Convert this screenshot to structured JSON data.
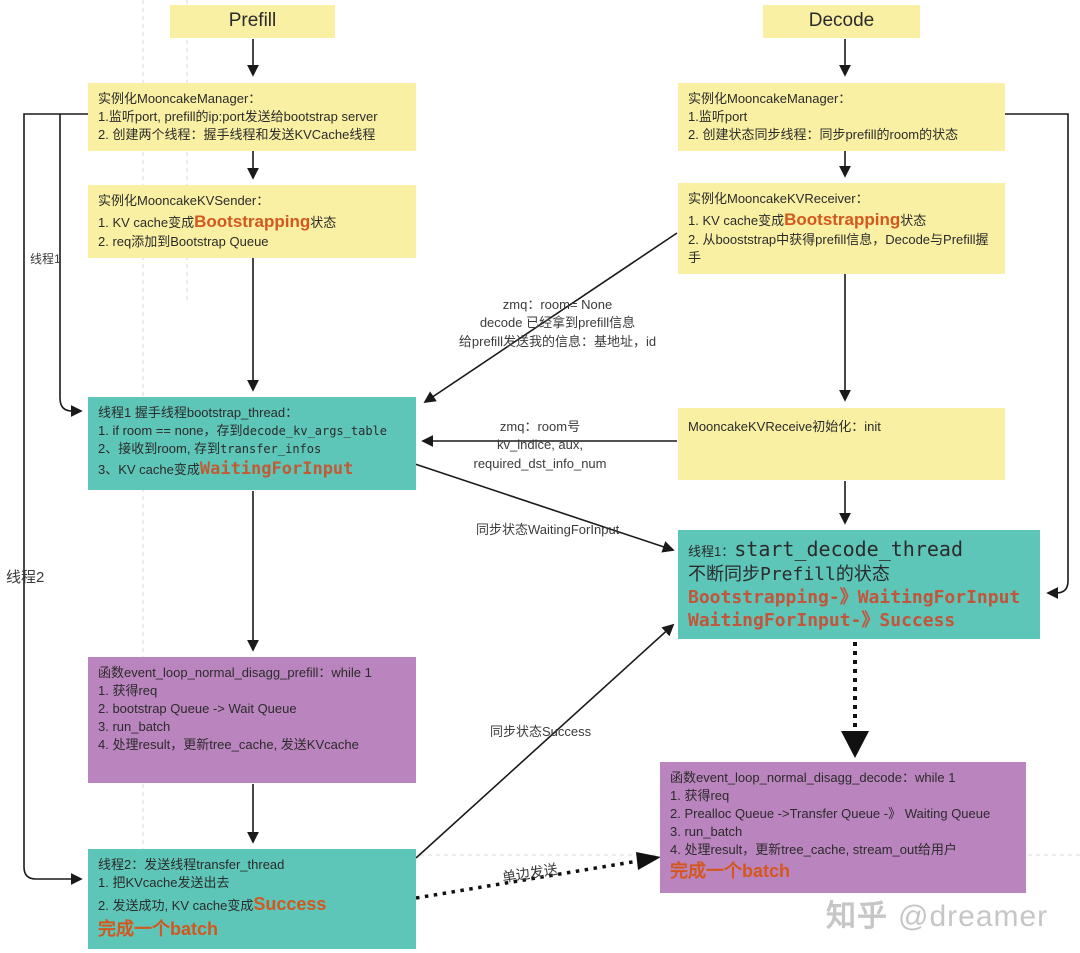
{
  "colors": {
    "box_yellow": "#faf0a3",
    "box_teal": "#5ec5b9",
    "box_purple": "#ba84be",
    "highlight_orange": "#d4571e",
    "teal_highlight_orange": "#c2553a",
    "text": "#2b2b2b",
    "line": "#1a1a1a",
    "guide": "#dadada",
    "watermark_gray": "#c6c6c6"
  },
  "titles": {
    "prefill": "Prefill",
    "decode": "Decode"
  },
  "nodes": {
    "p_box1": {
      "title": "实例化MooncakeManager：",
      "l1": "1.监听port, prefill的ip:port发送给bootstrap server",
      "l2": "2. 创建两个线程：握手线程和发送KVCache线程"
    },
    "p_box2": {
      "title": "实例化MooncakeKVSender：",
      "l1_pre": "1. KV cache变成",
      "l1_hl": "Bootstrapping",
      "l1_suf": "状态",
      "l2": "2. req添加到Bootstrap Queue"
    },
    "p_box3": {
      "title": "线程1 握手线程bootstrap_thread：",
      "l1_pre": "1. if room == none，存到",
      "l1_code": "decode_kv_args_table",
      "l2_pre": "2、接收到room, 存到",
      "l2_code": "transfer_infos",
      "l3_pre": "3、KV cache变成",
      "l3_hl": "WaitingForInput"
    },
    "p_box4": {
      "title": "函数event_loop_normal_disagg_prefill：while 1",
      "l1": "1. 获得req",
      "l2": "2. bootstrap Queue -> Wait Queue",
      "l3": "3. run_batch",
      "l4": "4. 处理result，更新tree_cache, 发送KVcache"
    },
    "p_box5": {
      "title": "线程2：发送线程transfer_thread",
      "l1": "1. 把KVcache发送出去",
      "l2_pre": "2. 发送成功, KV cache变成",
      "l2_hl": "Success",
      "l3_hl": "完成一个batch"
    },
    "d_box1": {
      "title": "实例化MooncakeManager：",
      "l1": "1.监听port",
      "l2": "2. 创建状态同步线程：同步prefill的room的状态"
    },
    "d_box2": {
      "title": "实例化MooncakeKVReceiver：",
      "l1_pre": "1. KV cache变成",
      "l1_hl": "Bootstrapping",
      "l1_suf": "状态",
      "l2": "2. 从booststrap中获得prefill信息，Decode与Prefill握手"
    },
    "d_box3": {
      "title": "MooncakeKVReceive初始化：init"
    },
    "d_box4": {
      "l1_pre": "线程1：",
      "l1_code": "start_decode_thread",
      "l2": "不断同步Prefill的状态",
      "l3": "Bootstrapping-》WaitingForInput",
      "l4": "WaitingForInput-》Success"
    },
    "d_box5": {
      "title": "函数event_loop_normal_disagg_decode：while 1",
      "l1": "1. 获得req",
      "l2": "2. Prealloc Queue ->Transfer Queue -》 Waiting Queue",
      "l3": "3. run_batch",
      "l4": "4. 处理result，更新tree_cache, stream_out给用户",
      "l5_hl": "完成一个batch"
    }
  },
  "edge_labels": {
    "thread1": "线程1",
    "thread2": "线程2",
    "zmq_handshake": [
      "zmq：room= None",
      "decode 已经拿到prefill信息",
      "给prefill发送我的信息：基地址，id"
    ],
    "zmq_room": [
      "zmq：room号",
      "kv_indice, aux,",
      "required_dst_info_num"
    ],
    "sync_waiting": "同步状态WaitingForInput",
    "sync_success": "同步状态Success",
    "one_way_send": "单边发送"
  },
  "watermark": {
    "logo": "知乎",
    "user": "@dreamer"
  }
}
